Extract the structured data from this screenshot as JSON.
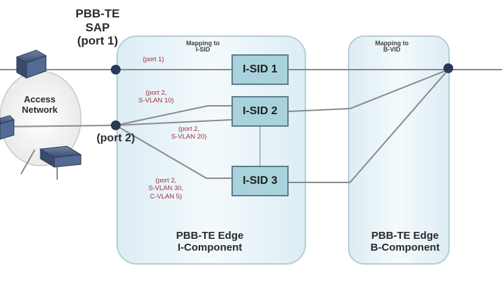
{
  "sap": {
    "title": "PBB-TE\nSAP\n(port 1)",
    "port2": "(port 2)"
  },
  "access_network": "Access\nNetwork",
  "mapping": {
    "isid": "Mapping to\nI-SID",
    "bvid": "Mapping to\nB-VID"
  },
  "port_labels": [
    "(port 1)",
    "(port 2,\nS-VLAN 10)",
    "(port 2,\nS-VLAN 20)",
    "(port 2,\nS-VLAN 30,\nC-VLAN 5)"
  ],
  "isids": [
    "I-SID 1",
    "I-SID 2",
    "I-SID 3"
  ],
  "components": {
    "i": "PBB-TE Edge\nI-Component",
    "b": "PBB-TE Edge\nB-Component"
  },
  "colors": {
    "component_fill": "#eaf5f9",
    "component_border": "#b7cdd6",
    "isid_fill": "#a9d3dc",
    "isid_border": "#5b7d8c",
    "line": "#8a8a8a",
    "node": "#2a3a55",
    "label": "#9a2f3b"
  }
}
